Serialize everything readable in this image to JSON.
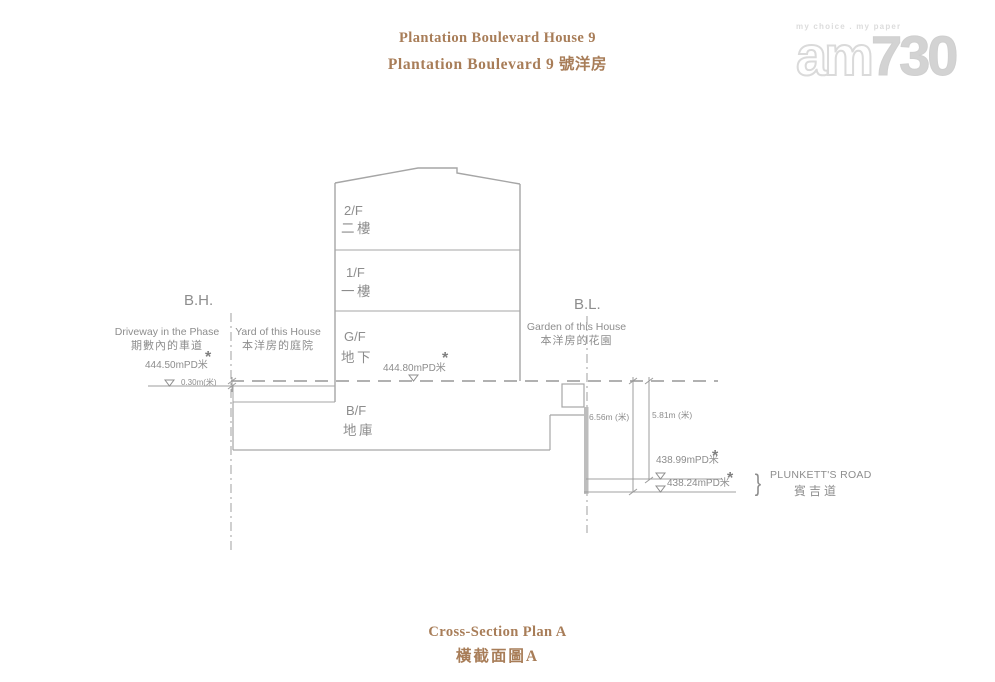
{
  "header": {
    "title_en": "Plantation Boulevard House 9",
    "title_zh": "Plantation Boulevard 9 號洋房"
  },
  "watermark": {
    "tagline": "my choice . my paper",
    "part1": "am",
    "part2": "730"
  },
  "footer": {
    "title_en": "Cross-Section Plan A",
    "title_zh": "橫截面圖A"
  },
  "diagram": {
    "boundary_left": {
      "label": "B.H.",
      "outside_en": "Driveway in the Phase",
      "outside_zh": "期數內的車道",
      "inside_en": "Yard of this House",
      "inside_zh": "本洋房的庭院"
    },
    "boundary_right": {
      "label": "B.L.",
      "inside_en": "Garden of this House",
      "inside_zh": "本洋房的花園"
    },
    "floors": [
      {
        "code": "2/F",
        "zh": "二樓"
      },
      {
        "code": "1/F",
        "zh": "一樓"
      },
      {
        "code": "G/F",
        "zh": "地下"
      },
      {
        "code": "B/F",
        "zh": "地庫"
      }
    ],
    "levels": {
      "driveway": {
        "value": "444.50mPD米",
        "star": "*"
      },
      "ground": {
        "value": "444.80mPD米",
        "star": "*"
      },
      "offset": "0.30m(米)",
      "road_upper": {
        "value": "438.99mPD米",
        "star": "*"
      },
      "road_lower": {
        "value": "438.24mPD米",
        "star": "*"
      }
    },
    "dimensions": {
      "left": "6.56m (米)",
      "right": "5.81m (米)"
    },
    "road": {
      "brace": "}",
      "name_en": "PLUNKETT'S ROAD",
      "name_zh": "賓吉道"
    }
  }
}
